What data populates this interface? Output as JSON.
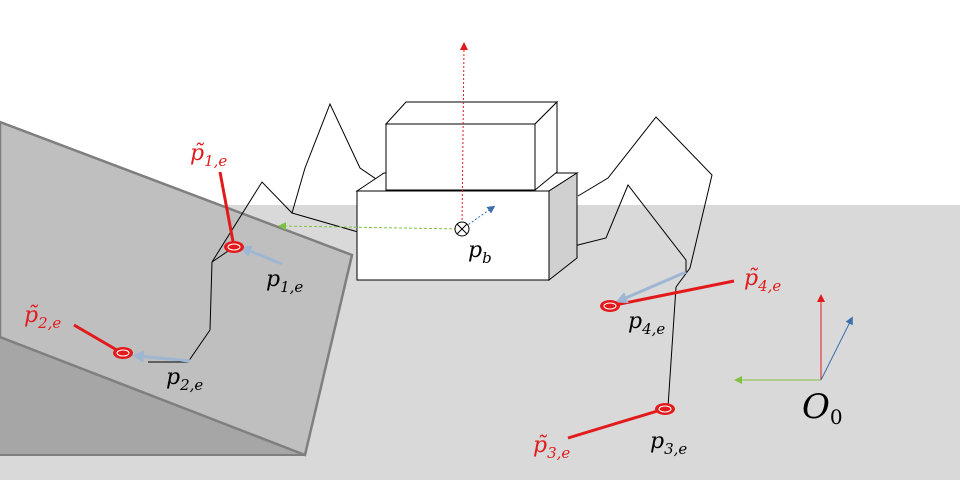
{
  "colors": {
    "background": "#ffffff",
    "floor": "#d9d9d9",
    "ramp_top": "#bfbfbf",
    "ramp_side": "#a6a6a6",
    "ramp_edge": "#7f7f7f",
    "red": "#e31a1c",
    "blue_arrow": "#9fb6d2",
    "green_axis": "#7fc241",
    "blue_axis": "#3d6fad",
    "ink": "#000000"
  },
  "labels": {
    "p1e": {
      "base": "p",
      "sub": "1,e"
    },
    "p2e": {
      "base": "p",
      "sub": "2,e"
    },
    "p3e": {
      "base": "p",
      "sub": "3,e"
    },
    "p4e": {
      "base": "p",
      "sub": "4,e"
    },
    "pb": {
      "base": "p",
      "sub": "b"
    },
    "pt1e": {
      "base": "p̃",
      "sub": "1,e"
    },
    "pt2e": {
      "base": "p̃",
      "sub": "2,e"
    },
    "pt3e": {
      "base": "p̃",
      "sub": "3,e"
    },
    "pt4e": {
      "base": "p̃",
      "sub": "4,e"
    },
    "o0": {
      "base": "O",
      "sub": "0"
    }
  }
}
